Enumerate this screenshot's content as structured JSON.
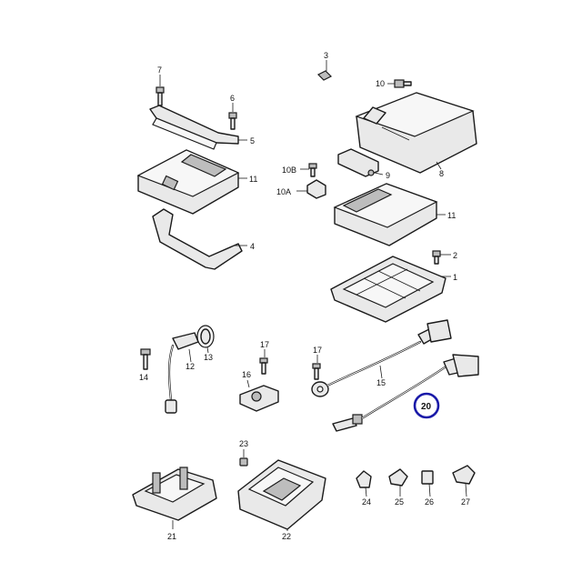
{
  "highlight_color": "#1a1aa8",
  "callouts": {
    "c1": "1",
    "c2": "2",
    "c3": "3",
    "c4": "4",
    "c5": "5",
    "c6": "6",
    "c7": "7",
    "c8": "8",
    "c9": "9",
    "c10": "10",
    "c10a": "10A",
    "c10b": "10B",
    "c11a": "11",
    "c11b": "11",
    "c12": "12",
    "c13": "13",
    "c14": "14",
    "c15": "15",
    "c16": "16",
    "c17a": "17",
    "c17b": "17",
    "c20": "20",
    "c21": "21",
    "c22": "22",
    "c23": "23",
    "c24": "24",
    "c25": "25",
    "c26": "26",
    "c27": "27"
  }
}
